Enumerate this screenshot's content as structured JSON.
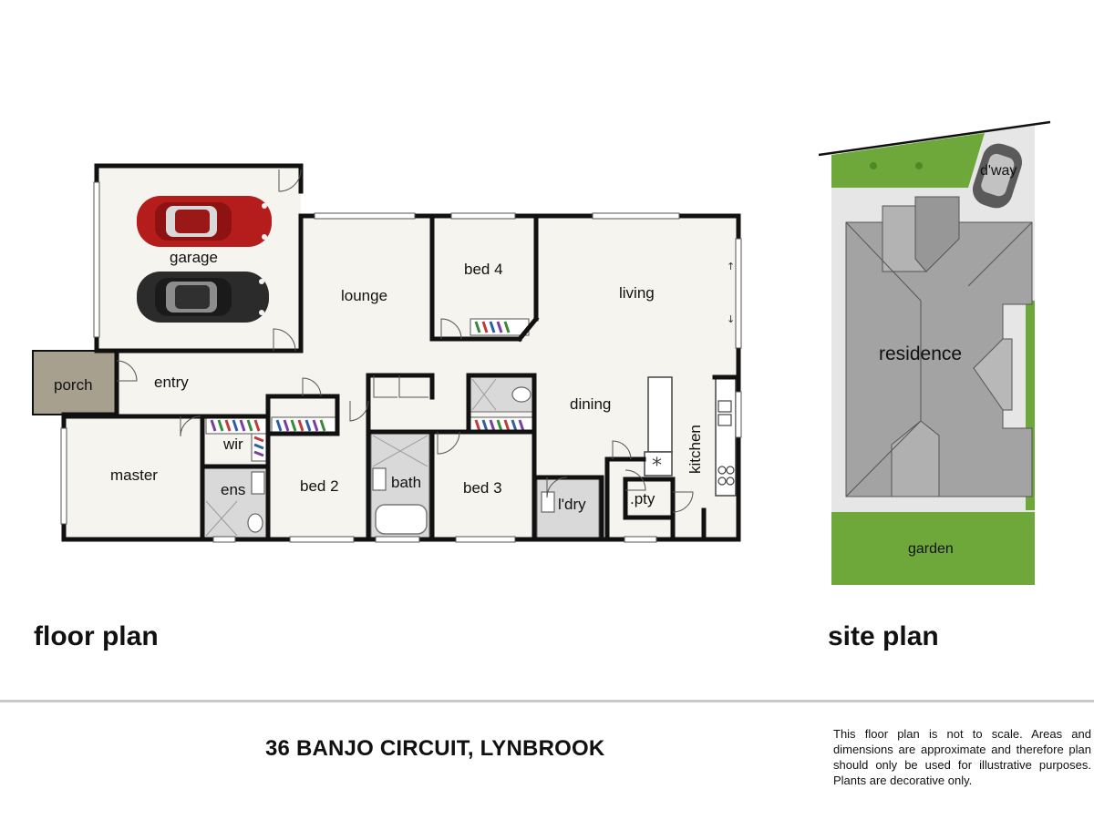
{
  "floor_plan": {
    "heading": "floor plan",
    "rooms": {
      "garage": "garage",
      "porch": "porch",
      "entry": "entry",
      "lounge": "lounge",
      "bed4": "bed 4",
      "living": "living",
      "dining": "dining",
      "kitchen": "kitchen",
      "master": "master",
      "wir": "wir",
      "ens": "ens",
      "bed2": "bed 2",
      "bath": "bath",
      "bed3": "bed 3",
      "laundry": "l'dry",
      "pantry": ".pty"
    }
  },
  "site_plan": {
    "heading": "site plan",
    "labels": {
      "driveway": "d'way",
      "residence": "residence",
      "garden": "garden"
    }
  },
  "address": "36 BANJO CIRCUIT, LYNBROOK",
  "disclaimer": "This floor plan is not to scale. Areas and dimensions are approximate and therefore plan should only be used for illustrative purposes. Plants are decorative only.",
  "colors": {
    "floor": "#f6f4ef",
    "wall": "#111111",
    "porch": "#a8a08e",
    "wet_area": "#d9d9d9",
    "lawn": "#6fa83a",
    "roof": "#a3a3a3",
    "paving": "#e6e6e6",
    "red_car": "#b51c1c",
    "black_car": "#2b2b2b"
  }
}
